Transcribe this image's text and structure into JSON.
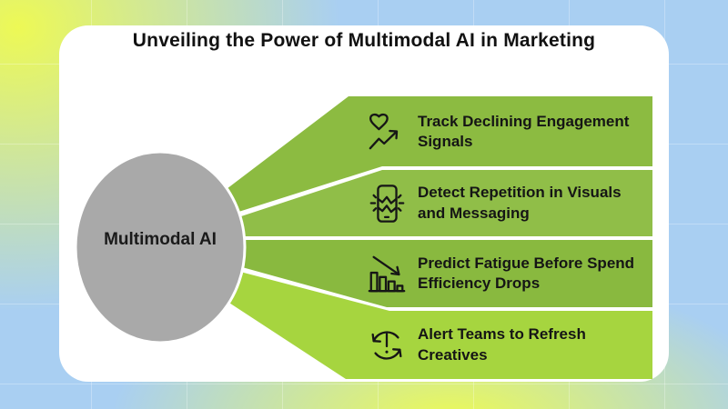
{
  "title": "Unveiling the Power of Multimodal AI in Marketing",
  "hub": {
    "label": "Multimodal AI",
    "color": "#A9A9A9"
  },
  "branches": [
    {
      "icon": "heart-trend-up-icon",
      "lines": [
        "Track Declining Engagement",
        "Signals"
      ],
      "color": "#8CBB41"
    },
    {
      "icon": "cracked-phone-icon",
      "lines": [
        "Detect Repetition in Visuals",
        "and Messaging"
      ],
      "color": "#90BE48"
    },
    {
      "icon": "declining-bar-chart-icon",
      "lines": [
        "Predict Fatigue Before Spend",
        "Efficiency Drops"
      ],
      "color": "#89B93F"
    },
    {
      "icon": "refresh-alert-icon",
      "lines": [
        "Alert Teams to Refresh",
        "Creatives"
      ],
      "color": "#A6D53F"
    }
  ],
  "background": {
    "base_blue": "#A9CFF2",
    "lime_glow": "#EDF955",
    "card": "#FFFFFF"
  }
}
